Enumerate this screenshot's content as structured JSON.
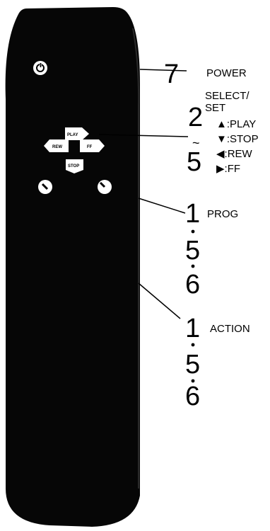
{
  "remote": {
    "button_labels": {
      "play": "PLAY",
      "rewind": "REW",
      "ff": "FF",
      "stop": "STOP"
    },
    "icons": [
      "power-icon",
      "left-knob-icon",
      "right-knob-icon"
    ]
  },
  "callouts": {
    "power": {
      "number": "7",
      "label": "POWER"
    },
    "select": {
      "number_top": "2",
      "range_mark": "~",
      "number_bottom": "5",
      "label_line1": "SELECT/",
      "label_line2": "SET",
      "items": [
        "▲:PLAY",
        "▼:STOP",
        "◀:REW",
        "▶:FF"
      ]
    },
    "prog": {
      "numbers": [
        "1",
        "5",
        "6"
      ],
      "label": "PROG"
    },
    "action": {
      "numbers": [
        "1",
        "5",
        "6"
      ],
      "label": "ACTION"
    }
  },
  "colors": {
    "remote_body": "#060606",
    "button_face": "#ffffff",
    "ink": "#000000"
  }
}
